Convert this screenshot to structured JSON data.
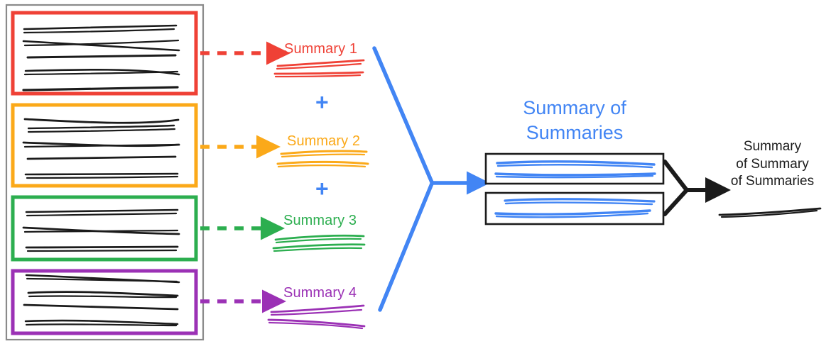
{
  "diagram": {
    "title": "Hierarchical map-reduce summarization diagram",
    "colors": {
      "red": "#EF4136",
      "orange": "#FBA919",
      "green": "#2CAE4F",
      "purple": "#9B31B5",
      "blue": "#4285F4",
      "black": "#1b1b1b",
      "gray": "#8a8a8a"
    },
    "source_panel": {
      "name": "document-chunks-panel",
      "chunk_count": 4
    },
    "chunks": [
      {
        "id": "chunk-1",
        "color": "#EF4136",
        "line_count": 5
      },
      {
        "id": "chunk-2",
        "color": "#FBA919",
        "line_count": 5
      },
      {
        "id": "chunk-3",
        "color": "#2CAE4F",
        "line_count": 4
      },
      {
        "id": "chunk-4",
        "color": "#9B31B5",
        "line_count": 4
      }
    ],
    "summaries": [
      {
        "id": "summary-1",
        "label": "Summary 1",
        "color": "#EF4136"
      },
      {
        "id": "summary-2",
        "label": "Summary 2",
        "color": "#FBA919"
      },
      {
        "id": "summary-3",
        "label": "Summary 3",
        "color": "#2CAE4F"
      },
      {
        "id": "summary-4",
        "label": "Summary 4",
        "color": "#9B31B5"
      }
    ],
    "plus_signs": [
      {
        "id": "plus-1",
        "symbol": "+",
        "color": "#4285F4"
      },
      {
        "id": "plus-2",
        "symbol": "+",
        "color": "#4285F4"
      }
    ],
    "combined": {
      "heading_line_1": "Summary of",
      "heading_line_2": "Summaries",
      "color": "#4285F4",
      "box_count": 2
    },
    "final": {
      "line_1": "Summary",
      "line_2": "of Summary",
      "line_3": "of Summaries",
      "color": "#1b1b1b"
    }
  }
}
